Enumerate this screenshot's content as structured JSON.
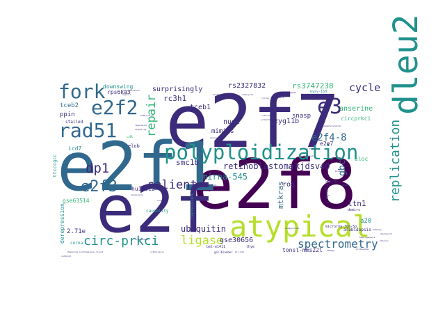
{
  "palette": {
    "dark_purple": "#440154",
    "indigo": "#3b2b7a",
    "blue": "#31688e",
    "teal": "#21918c",
    "green": "#35b779",
    "lime": "#b5de2b",
    "yellow": "#fde725"
  },
  "words": [
    {
      "text": "e2f7",
      "color": "#3b2b7a",
      "weight": 100
    },
    {
      "text": "e2f8",
      "color": "#440154",
      "weight": 92
    },
    {
      "text": "e2f1",
      "color": "#31688e",
      "weight": 88
    },
    {
      "text": "e2f",
      "color": "#3b2b7a",
      "weight": 86
    },
    {
      "text": "atypical",
      "color": "#b5de2b",
      "weight": 62
    },
    {
      "text": "dleu2",
      "color": "#21918c",
      "weight": 58
    },
    {
      "text": "polyploidization",
      "color": "#21918c",
      "weight": 46
    },
    {
      "text": "rad51",
      "color": "#31688e",
      "weight": 40
    },
    {
      "text": "fork",
      "color": "#31688e",
      "weight": 40
    },
    {
      "text": "e2f2",
      "color": "#31688e",
      "weight": 34
    },
    {
      "text": "e2f3",
      "color": "#31688e",
      "weight": 30
    },
    {
      "text": "e3",
      "color": "#3b2b7a",
      "weight": 32
    },
    {
      "text": "replication",
      "color": "#21918c",
      "weight": 30
    },
    {
      "text": "circ-prkci",
      "color": "#21918c",
      "weight": 26
    },
    {
      "text": "spectrometry",
      "color": "#31688e",
      "weight": 24
    },
    {
      "text": "salient",
      "color": "#3b2b7a",
      "weight": 22
    },
    {
      "text": "repair",
      "color": "#35b779",
      "weight": 22
    },
    {
      "text": "dp1",
      "color": "#3b2b7a",
      "weight": 22
    },
    {
      "text": "ligase",
      "color": "#b5de2b",
      "weight": 20
    },
    {
      "text": "cycle",
      "color": "#3b2b7a",
      "weight": 20
    },
    {
      "text": "e2f4-8",
      "color": "#31688e",
      "weight": 18
    },
    {
      "text": "retinoblastoma",
      "color": "#3b2b7a",
      "weight": 16
    },
    {
      "text": "mirna-545",
      "color": "#21918c",
      "weight": 16
    },
    {
      "text": "rs3747238",
      "color": "#35b779",
      "weight": 16
    },
    {
      "text": "surprisingly",
      "color": "#3b2b7a",
      "weight": 14
    },
    {
      "text": "ubiquitin",
      "color": "#3b2b7a",
      "weight": 14
    },
    {
      "text": "kjdsv40",
      "color": "#3b2b7a",
      "weight": 14
    },
    {
      "text": "gse30656",
      "color": "#3b2b7a",
      "weight": 13
    },
    {
      "text": "rs2327832",
      "color": "#3b2b7a",
      "weight": 13
    },
    {
      "text": "gbc",
      "color": "#31688e",
      "weight": 14
    },
    {
      "text": "smc1b",
      "color": "#3b2b7a",
      "weight": 13
    },
    {
      "text": "rc3h1",
      "color": "#3b2b7a",
      "weight": 12
    },
    {
      "text": "ltn1",
      "color": "#3b2b7a",
      "weight": 12
    },
    {
      "text": "mtkras",
      "color": "#31688e",
      "weight": 12
    },
    {
      "text": "zyg11b",
      "color": "#3b2b7a",
      "weight": 12
    },
    {
      "text": "nudc",
      "color": "#3b2b7a",
      "weight": 11
    },
    {
      "text": "mimics",
      "color": "#3b2b7a",
      "weight": 11
    },
    {
      "text": "snasp",
      "color": "#3b2b7a",
      "weight": 11
    },
    {
      "text": "roq",
      "color": "#3b2b7a",
      "weight": 11
    },
    {
      "text": "tceb1",
      "color": "#3b2b7a",
      "weight": 11
    },
    {
      "text": "tceb2",
      "color": "#31688e",
      "weight": 11
    },
    {
      "text": "anserine",
      "color": "#35b779",
      "weight": 11
    },
    {
      "text": "circprkci",
      "color": "#35b779",
      "weight": 10
    },
    {
      "text": "hu10012",
      "color": "#3b2b7a",
      "weight": 10
    },
    {
      "text": "gse63514",
      "color": "#35b779",
      "weight": 10
    },
    {
      "text": "derepression",
      "color": "#21918c",
      "weight": 10
    },
    {
      "text": "2.71e",
      "color": "#3b2b7a",
      "weight": 11
    },
    {
      "text": "ppin",
      "color": "#3b2b7a",
      "weight": 11
    },
    {
      "text": "icd7",
      "color": "#21918c",
      "weight": 10
    },
    {
      "text": "downswing",
      "color": "#21918c",
      "weight": 10
    },
    {
      "text": "rps6ka3",
      "color": "#3b2b7a",
      "weight": 10
    },
    {
      "text": "e2e7",
      "color": "#3b2b7a",
      "weight": 10
    },
    {
      "text": "a20",
      "color": "#21918c",
      "weight": 11
    },
    {
      "text": "tonsl-mms22l",
      "color": "#3b2b7a",
      "weight": 9
    },
    {
      "text": "ttcccgcc",
      "color": "#21918c",
      "weight": 9
    },
    {
      "text": "elob",
      "color": "#3b2b7a",
      "weight": 9
    },
    {
      "text": "eloc",
      "color": "#35b779",
      "weight": 9
    },
    {
      "text": "causality",
      "color": "#21918c",
      "weight": 8
    },
    {
      "text": "corna",
      "color": "#21918c",
      "weight": 8
    },
    {
      "text": "stalled",
      "color": "#3b2b7a",
      "weight": 8
    },
    {
      "text": "repression",
      "color": "#21918c",
      "weight": 8
    },
    {
      "text": "importantly",
      "color": "#3b2b7a",
      "weight": 8
    },
    {
      "text": "arabidopsis",
      "color": "#3b2b7a",
      "weight": 8
    },
    {
      "text": "demirs",
      "color": "#3b2b7a",
      "weight": 7
    },
    {
      "text": "microrna-30a-5p",
      "color": "#3b2b7a",
      "weight": 7
    },
    {
      "text": "kysv-150",
      "color": "#21918c",
      "weight": 6
    },
    {
      "text": "bel-e1411",
      "color": "#3b2b7a",
      "weight": 6
    },
    {
      "text": "gallbladder",
      "color": "#3b2b7a",
      "weight": 5
    },
    {
      "text": "thye",
      "color": "#3b2b7a",
      "weight": 6
    },
    {
      "text": "scc",
      "color": "#21918c",
      "weight": 6
    },
    {
      "text": "e2f7b",
      "color": "#3b2b7a",
      "weight": 6
    },
    {
      "text": "cdk",
      "color": "#35b779",
      "weight": 6
    },
    {
      "text": "prognostic",
      "color": "#3b2b7a",
      "weight": 5
    },
    {
      "text": "esophageal",
      "color": "#3b2b7a",
      "weight": 5
    },
    {
      "text": "solvable",
      "color": "#3b2b7a",
      "weight": 5
    },
    {
      "text": "lncrna",
      "color": "#3b2b7a",
      "weight": 5
    },
    {
      "text": "cyclin",
      "color": "#21918c",
      "weight": 5
    },
    {
      "text": "phosphorylation",
      "color": "#3b2b7a",
      "weight": 5
    },
    {
      "text": "circular",
      "color": "#3b2b7a",
      "weight": 5
    },
    {
      "text": "apoptosis",
      "color": "#3b2b7a",
      "weight": 5
    },
    {
      "text": "chaperone-isochaperone-client",
      "color": "#3b2b7a",
      "weight": 4
    },
    {
      "text": "damage",
      "color": "#3b2b7a",
      "weight": 4
    },
    {
      "text": "mir-34a",
      "color": "#3b2b7a",
      "weight": 4
    },
    {
      "text": "cytokinesis",
      "color": "#3b2b7a",
      "weight": 4
    },
    {
      "text": "carbonyl",
      "color": "#3b2b7a",
      "weight": 4
    },
    {
      "text": "proteasome",
      "color": "#3b2b7a",
      "weight": 4
    },
    {
      "text": "antagonized",
      "color": "#3b2b7a",
      "weight": 4
    },
    {
      "text": "trophoblast",
      "color": "#3b2b7a",
      "weight": 4
    },
    {
      "text": "oncogenic",
      "color": "#3b2b7a",
      "weight": 4
    },
    {
      "text": "senescence",
      "color": "#3b2b7a",
      "weight": 4
    },
    {
      "text": "deletion",
      "color": "#3b2b7a",
      "weight": 4
    },
    {
      "text": "endocycle",
      "color": "#3b2b7a",
      "weight": 4
    },
    {
      "text": "transcription",
      "color": "#3b2b7a",
      "weight": 4
    },
    {
      "text": "silencing",
      "color": "#3b2b7a",
      "weight": 4
    },
    {
      "text": "ubiquitination",
      "color": "#3b2b7a",
      "weight": 4
    },
    {
      "text": "hypoxia",
      "color": "#3b2b7a",
      "weight": 4
    },
    {
      "text": "methylation",
      "color": "#3b2b7a",
      "weight": 4
    },
    {
      "text": "tumorigenesis",
      "color": "#3b2b7a",
      "weight": 4
    },
    {
      "text": "interaction",
      "color": "#3b2b7a",
      "weight": 4
    },
    {
      "text": "promoter",
      "color": "#3b2b7a",
      "weight": 4
    },
    {
      "text": "binding",
      "color": "#3b2b7a",
      "weight": 4
    },
    {
      "text": "pathway",
      "color": "#3b2b7a",
      "weight": 4
    },
    {
      "text": "regulation",
      "color": "#3b2b7a",
      "weight": 4
    },
    {
      "text": "signaling",
      "color": "#3b2b7a",
      "weight": 4
    },
    {
      "text": "expression",
      "color": "#3b2b7a",
      "weight": 4
    },
    {
      "text": "mitosis",
      "color": "#3b2b7a",
      "weight": 4
    },
    {
      "text": "checkpoint",
      "color": "#3b2b7a",
      "weight": 4
    }
  ]
}
